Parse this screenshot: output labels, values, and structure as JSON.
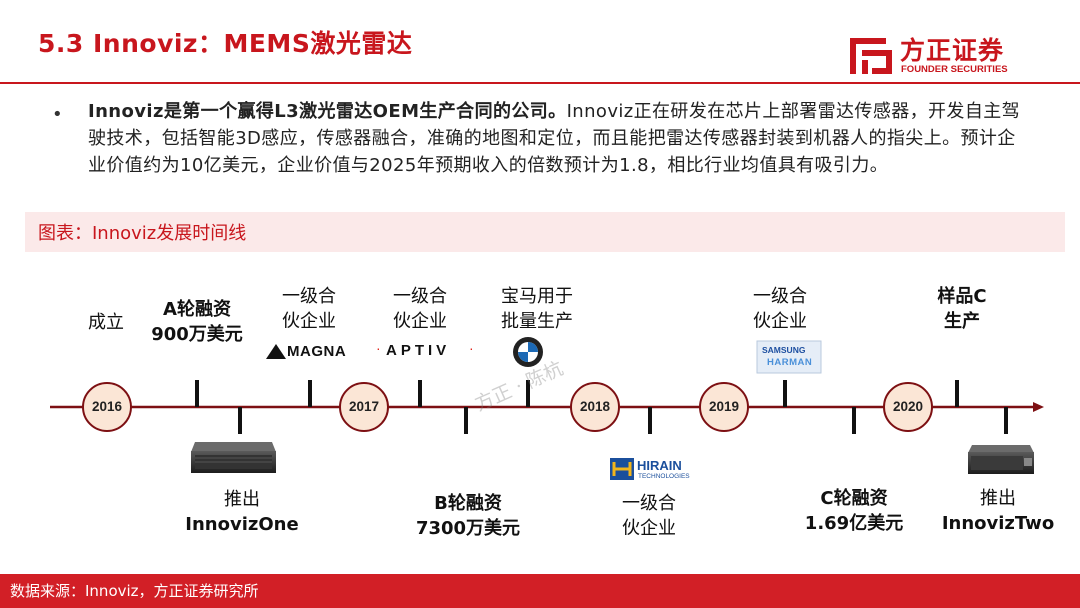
{
  "header": {
    "title": "5.3 Innoviz：MEMS激光雷达",
    "logo_cn": "方正证券",
    "logo_en": "FOUNDER SECURITIES",
    "brand_color": "#c8161d"
  },
  "bullet": {
    "bold": "Innoviz是第一个赢得L3激光雷达OEM生产合同的公司。",
    "text": "Innoviz正在研发在芯片上部署雷达传感器，开发自主驾驶技术，包括智能3D感应，传感器融合，准确的地图和定位，而且能把雷达传感器封装到机器人的指尖上。预计企业价值约为10亿美元，企业价值与2025年预期收入的倍数预计为1.8，相比行业均值具有吸引力。"
  },
  "figure": {
    "title": "图表：Innoviz发展时间线"
  },
  "timeline": {
    "years": [
      "2016",
      "2017",
      "2018",
      "2019",
      "2020"
    ],
    "events_above": {
      "founded": "成立",
      "series_a_l1": "A轮融资",
      "series_a_l2": "900万美元",
      "magna_l1": "一级合",
      "magna_l2": "伙企业",
      "magna_logo": "MAGNA",
      "aptiv_l1": "一级合",
      "aptiv_l2": "伙企业",
      "aptiv_logo": "APTIV",
      "bmw_l1": "宝马用于",
      "bmw_l2": "批量生产",
      "bmw_logo": "BMW",
      "harman_l1": "一级合",
      "harman_l2": "伙企业",
      "harman_logo_l1": "SAMSUNG",
      "harman_logo_l2": "HARMAN",
      "sample_c_l1": "样品C",
      "sample_c_l2": "生产"
    },
    "events_below": {
      "one_l1": "推出",
      "one_l2": "InnovizOne",
      "series_b_l1": "B轮融资",
      "series_b_l2": "7300万美元",
      "hirain_logo": "HIRAIN",
      "hirain_sub": "TECHNOLOGIES",
      "hirain_l1": "一级合",
      "hirain_l2": "伙企业",
      "series_c_l1": "C轮融资",
      "series_c_l2": "1.69亿美元",
      "two_l1": "推出",
      "two_l2": "InnovizTwo"
    },
    "watermark": "方正 · 陈杭"
  },
  "footer": {
    "source": "数据来源：Innoviz，方正证券研究所"
  }
}
